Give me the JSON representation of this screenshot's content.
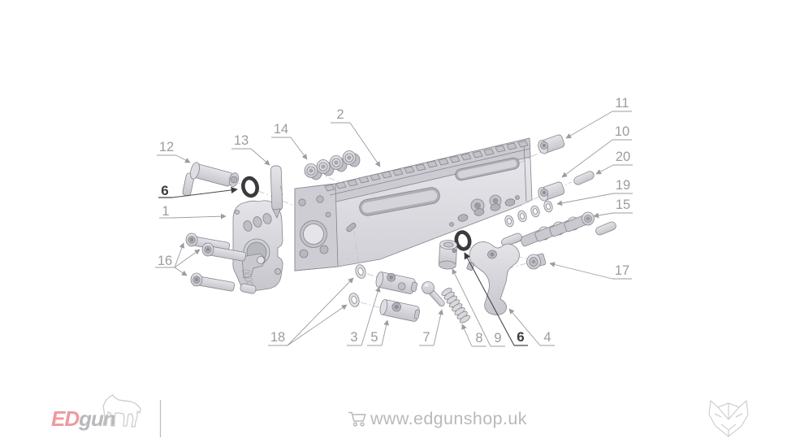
{
  "colors": {
    "brand_pink": "#ef999f",
    "logo_gray": "#b9b9bc",
    "label_gray": "#9c9ca0",
    "label_dark": "#3b3b3f",
    "line_gray": "#85858d",
    "part_fill": "#d8d8dd",
    "dash_gray": "#c2c2c7"
  },
  "diagram": {
    "part_labels": {
      "p1": "1",
      "p2": "2",
      "p3": "3",
      "p4": "4",
      "p5": "5",
      "p6_left": "6",
      "p6_right": "6",
      "p7": "7",
      "p8": "8",
      "p9": "9",
      "p10": "10",
      "p11": "11",
      "p12": "12",
      "p13": "13",
      "p14": "14",
      "p15": "15",
      "p16": "16",
      "p17": "17",
      "p18": "18",
      "p19": "19",
      "p20": "20"
    }
  },
  "footer": {
    "brand": {
      "part1": "ED",
      "part2": "gun"
    },
    "website": "www.edgunshop.uk"
  }
}
